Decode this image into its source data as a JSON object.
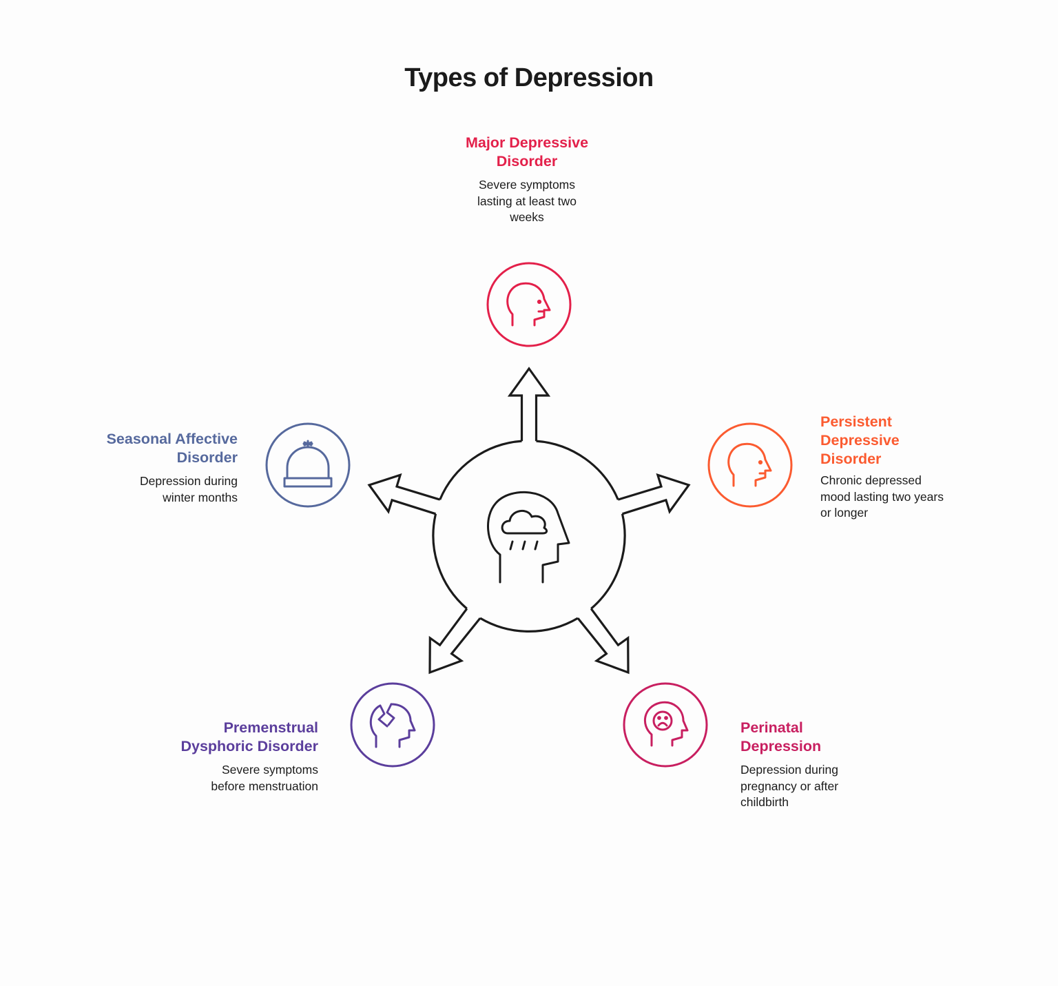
{
  "title": "Types of Depression",
  "center": {
    "icon": "head-with-rain-cloud-icon"
  },
  "types": [
    {
      "key": "major",
      "heading_lines": [
        "Major Depressive",
        "Disorder"
      ],
      "desc_lines": [
        "Severe symptoms",
        "lasting at least two",
        "weeks"
      ],
      "color": "#e3204a",
      "icon": "head-profile-icon"
    },
    {
      "key": "persistent",
      "heading_lines": [
        "Persistent",
        "Depressive",
        "Disorder"
      ],
      "desc_lines": [
        "Chronic depressed",
        "mood lasting two years",
        "or longer"
      ],
      "color": "#fb5b30",
      "icon": "head-profile-icon"
    },
    {
      "key": "perinatal",
      "heading_lines": [
        "Perinatal",
        "Depression"
      ],
      "desc_lines": [
        "Depression during",
        "pregnancy or after",
        "childbirth"
      ],
      "color": "#c81f60",
      "icon": "head-sad-face-icon"
    },
    {
      "key": "pmdd",
      "heading_lines": [
        "Premenstrual",
        "Dysphoric Disorder"
      ],
      "desc_lines": [
        "Severe symptoms",
        "before menstruation"
      ],
      "color": "#5b3e9c",
      "icon": "cracked-head-icon"
    },
    {
      "key": "seasonal",
      "heading_lines": [
        "Seasonal Affective",
        "Disorder"
      ],
      "desc_lines": [
        "Depression during",
        "winter months"
      ],
      "color": "#56699d",
      "icon": "winter-hat-icon"
    }
  ]
}
